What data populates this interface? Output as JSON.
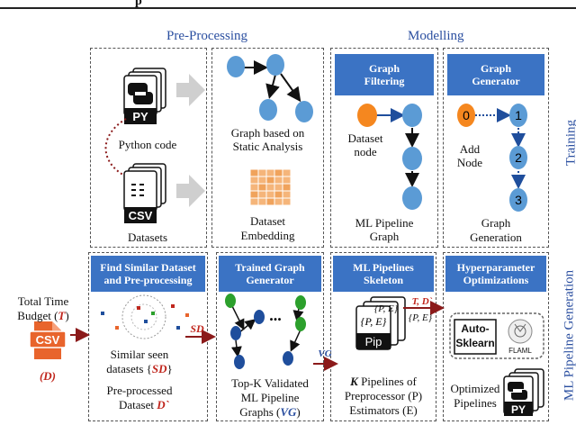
{
  "header_title_fragment": "p",
  "sections": {
    "preprocessing": "Pre-Processing",
    "modelling": "Modelling",
    "training": "Training",
    "generation": "ML Pipeline Generation"
  },
  "top_left": {
    "py_label": "PY",
    "python_code": "Python code",
    "csv_label": "CSV",
    "datasets": "Datasets"
  },
  "top_mid": {
    "graph_caption_1": "Graph based on",
    "graph_caption_2": "Static Analysis",
    "embed_caption_1": "Dataset",
    "embed_caption_2": "Embedding"
  },
  "graph_filtering": {
    "title_1": "Graph",
    "title_2": "Filtering",
    "dataset_node_1": "Dataset",
    "dataset_node_2": "node",
    "pipeline_graph_1": "ML Pipeline",
    "pipeline_graph_2": "Graph"
  },
  "graph_generator": {
    "title_1": "Graph",
    "title_2": "Generator",
    "node0": "0",
    "node1": "1",
    "node2": "2",
    "node3": "3",
    "add_1": "Add",
    "add_2": "Node",
    "gen_1": "Graph",
    "gen_2": "Generation"
  },
  "input": {
    "budget_1": "Total Time",
    "budget_2": "Budget (",
    "budget_T": "T",
    "budget_close": ")",
    "csv_label": "CSV",
    "d_label": "(D)"
  },
  "find_similar": {
    "title_1": "Find Similar Dataset",
    "title_2": "and Pre-processing",
    "seen_1": "Similar seen",
    "seen_2": "datasets {",
    "seen_sd": "SD",
    "seen_close": "}",
    "pre_1": "Pre-processed",
    "pre_2": "Dataset",
    "pre_d": "D`"
  },
  "sd_arrow_label": "SD",
  "vg_arrow_label": "VG",
  "trained_generator": {
    "title_1": "Trained Graph",
    "title_2": "Generator",
    "dots": "...",
    "cap_1": "Top-K Validated",
    "cap_2": "ML Pipeline",
    "cap_3": "Graphs (",
    "cap_vg": "VG",
    "cap_close": ")"
  },
  "skeleton": {
    "title_1": "ML Pipelines",
    "title_2": "Skeleton",
    "pe_1": "{P, E}",
    "pe_2": "{P, E}",
    "pip": "Pip",
    "k": "K",
    "cap_1": " Pipelines of",
    "cap_2": "Preprocessor (P)",
    "cap_3": "Estimators (E)"
  },
  "td_arrow": {
    "label": "T, D`",
    "pe": "{P, E}"
  },
  "hyper": {
    "title_1": "Hyperparameter",
    "title_2": "Optimizations",
    "autosklearn_1": "Auto-",
    "autosklearn_2": "Sklearn",
    "flaml": "FLAML",
    "opt_1": "Optimized",
    "opt_2": "Pipelines",
    "py_label": "PY"
  },
  "colors": {
    "blue_header": "#3b73c4",
    "node_blue": "#5b9bd5",
    "node_orange": "#f5871f",
    "arrow_grey": "#cfcfcf",
    "dark_red": "#8b1a1a",
    "csv_orange": "#e8642c"
  }
}
